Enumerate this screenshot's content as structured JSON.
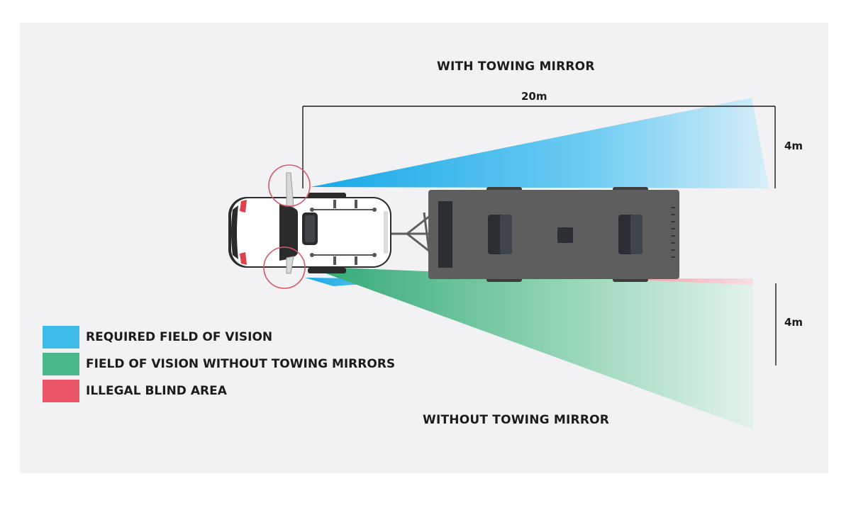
{
  "diagram": {
    "heading_top": "WITH TOWING MIRROR",
    "heading_bottom": "WITHOUT TOWING MIRROR",
    "length_label": "20m",
    "width_label_top": "4m",
    "width_label_bottom": "4m"
  },
  "legend": {
    "items": [
      {
        "label": "REQUIRED FIELD OF VISION",
        "color": "#3fbbea"
      },
      {
        "label": "FIELD OF VISION WITHOUT TOWING MIRRORS",
        "color": "#4bb88a"
      },
      {
        "label": "ILLEGAL BLIND AREA",
        "color": "#ec5468"
      }
    ]
  },
  "colors": {
    "background": "#f2f2f5",
    "car_body": "#ffffff",
    "car_accent": "#2b2b2b",
    "caravan": "#5e5e5e",
    "mirror_highlight": "#d65a66"
  }
}
